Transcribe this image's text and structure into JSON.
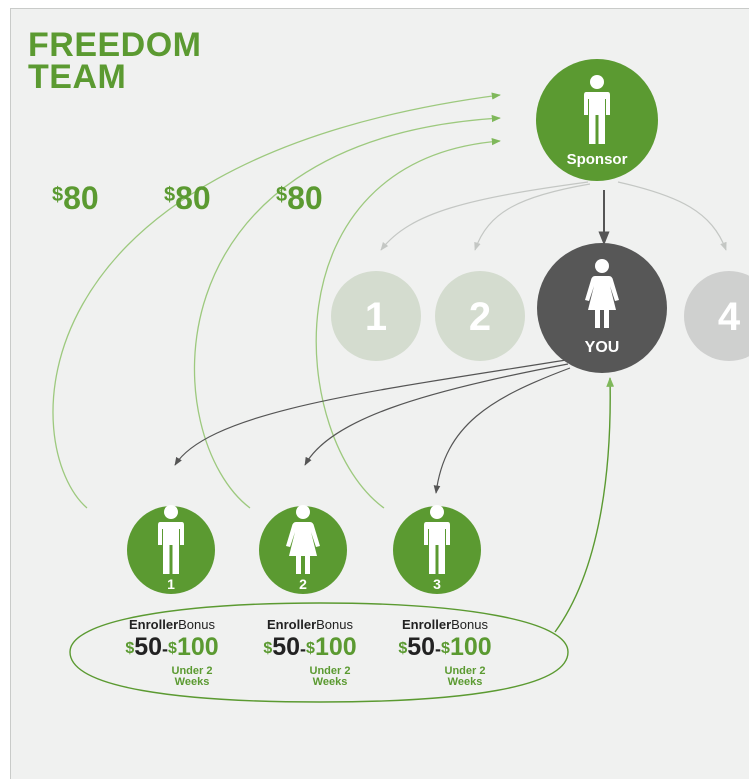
{
  "title": {
    "line1": "FREEDOM",
    "line2": "TEAM"
  },
  "colors": {
    "green": "#5b9a31",
    "dark": "#575757",
    "faded": "#d4dccf",
    "grey": "#cfd0cf",
    "arrow_light": "#9dc97e"
  },
  "sponsor": {
    "label": "Sponsor",
    "icon": "male-person-icon"
  },
  "you": {
    "label": "YOU",
    "icon": "female-person-icon"
  },
  "sponsor_children": [
    {
      "label": "1"
    },
    {
      "label": "2"
    },
    {
      "label": "4"
    }
  ],
  "team_payouts": [
    {
      "currency": "$",
      "value": "80"
    },
    {
      "currency": "$",
      "value": "80"
    },
    {
      "currency": "$",
      "value": "80"
    }
  ],
  "recruits": [
    {
      "label": "1",
      "icon": "male-person-icon"
    },
    {
      "label": "2",
      "icon": "female-person-icon"
    },
    {
      "label": "3",
      "icon": "male-person-icon"
    }
  ],
  "enroller_bonus": [
    {
      "title_bold": "Enroller",
      "title_rest": "Bonus",
      "low_currency": "$",
      "low": "50",
      "separator": "-",
      "high_currency": "$",
      "high": "100",
      "note_line1": "Under 2",
      "note_line2": "Weeks"
    },
    {
      "title_bold": "Enroller",
      "title_rest": "Bonus",
      "low_currency": "$",
      "low": "50",
      "separator": "-",
      "high_currency": "$",
      "high": "100",
      "note_line1": "Under 2",
      "note_line2": "Weeks"
    },
    {
      "title_bold": "Enroller",
      "title_rest": "Bonus",
      "low_currency": "$",
      "low": "50",
      "separator": "-",
      "high_currency": "$",
      "high": "100",
      "note_line1": "Under 2",
      "note_line2": "Weeks"
    }
  ]
}
